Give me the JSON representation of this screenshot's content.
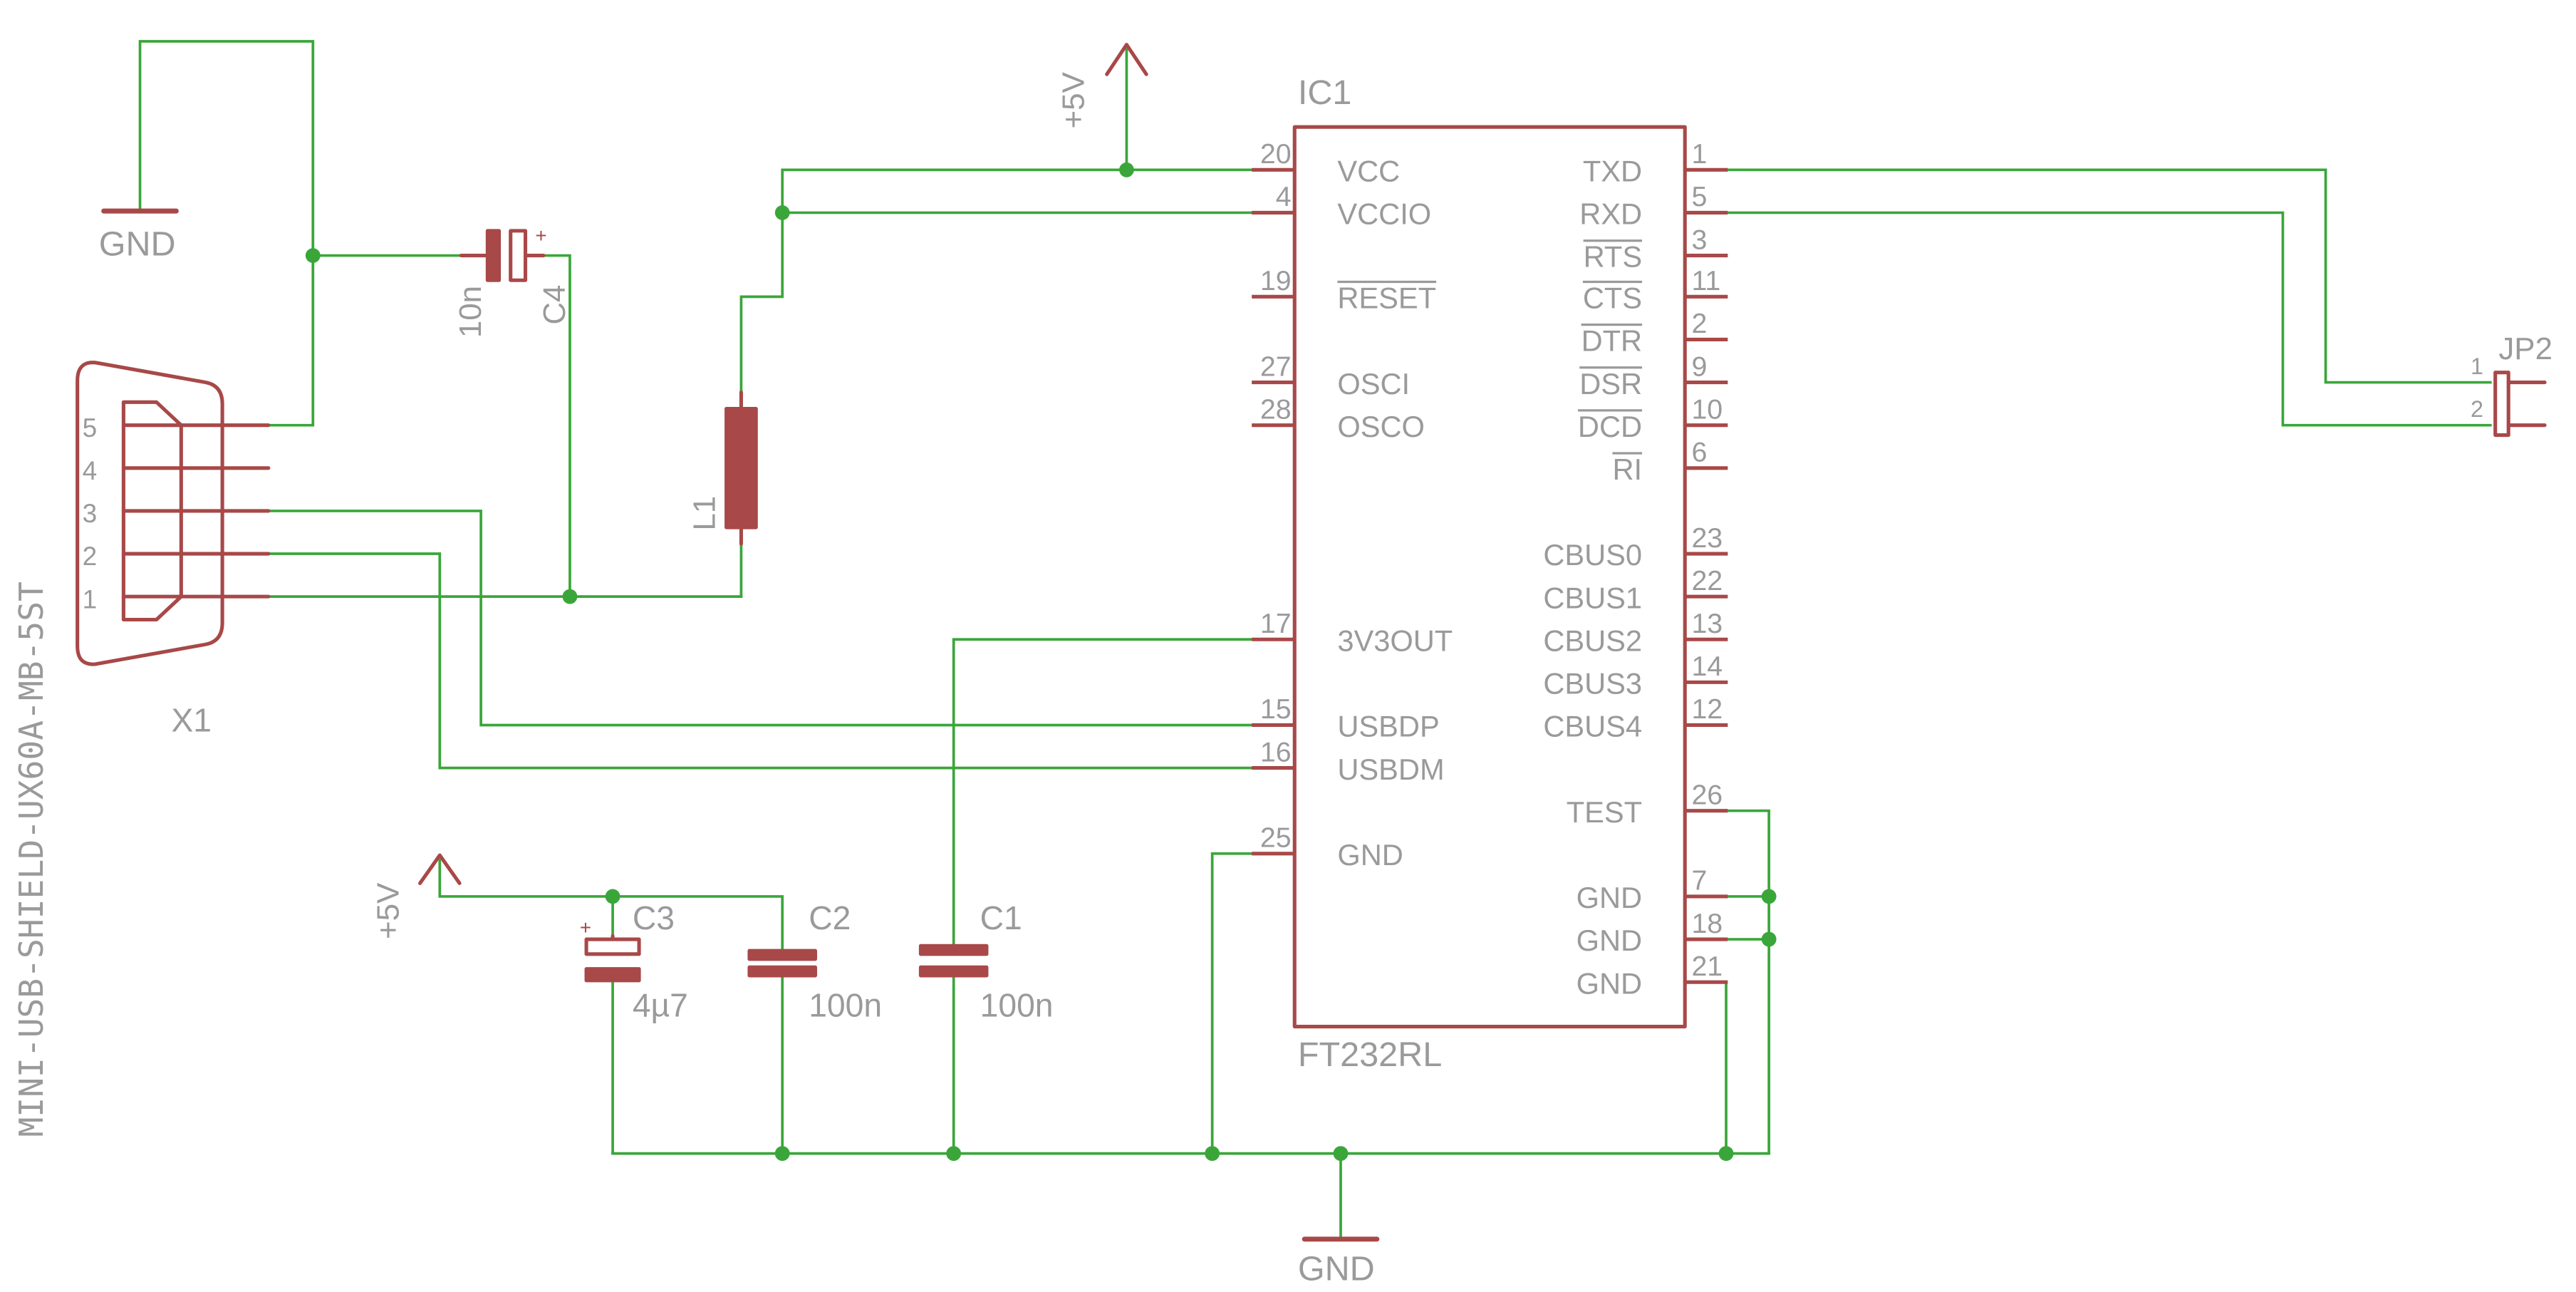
{
  "colors": {
    "wire": "#3aa63a",
    "part": "#a84848",
    "text": "#9a9a9a",
    "junction": "#3aa63a",
    "background": "#ffffff"
  },
  "ic": {
    "name": "IC1",
    "value": "FT232RL",
    "left_pins": [
      {
        "num": "20",
        "name": "VCC"
      },
      {
        "num": "4",
        "name": "VCCIO"
      },
      {
        "num": "19",
        "name": "RESET",
        "overbar": true
      },
      {
        "num": "27",
        "name": "OSCI"
      },
      {
        "num": "28",
        "name": "OSCO"
      },
      {
        "num": "17",
        "name": "3V3OUT"
      },
      {
        "num": "15",
        "name": "USBDP"
      },
      {
        "num": "16",
        "name": "USBDM"
      },
      {
        "num": "25",
        "name": "GND"
      }
    ],
    "right_pins": [
      {
        "num": "1",
        "name": "TXD"
      },
      {
        "num": "5",
        "name": "RXD"
      },
      {
        "num": "3",
        "name": "RTS",
        "overbar": true
      },
      {
        "num": "11",
        "name": "CTS",
        "overbar": true
      },
      {
        "num": "2",
        "name": "DTR",
        "overbar": true
      },
      {
        "num": "9",
        "name": "DSR",
        "overbar": true
      },
      {
        "num": "10",
        "name": "DCD",
        "overbar": true
      },
      {
        "num": "6",
        "name": "RI",
        "overbar": true
      },
      {
        "num": "23",
        "name": "CBUS0"
      },
      {
        "num": "22",
        "name": "CBUS1"
      },
      {
        "num": "13",
        "name": "CBUS2"
      },
      {
        "num": "14",
        "name": "CBUS3"
      },
      {
        "num": "12",
        "name": "CBUS4"
      },
      {
        "num": "26",
        "name": "TEST"
      },
      {
        "num": "7",
        "name": "GND"
      },
      {
        "num": "18",
        "name": "GND"
      },
      {
        "num": "21",
        "name": "GND"
      }
    ]
  },
  "connector_x1": {
    "name": "X1",
    "value": "MINI-USB-SHIELD-UX60A-MB-5ST",
    "pins": [
      "5",
      "4",
      "3",
      "2",
      "1"
    ]
  },
  "header_jp2": {
    "name": "JP2",
    "pins": [
      "1",
      "2"
    ]
  },
  "capacitors": [
    {
      "id": "c4",
      "name": "C4",
      "value": "10n"
    },
    {
      "id": "c3",
      "name": "C3",
      "value": "4µ7",
      "polarity": "+"
    },
    {
      "id": "c2",
      "name": "C2",
      "value": "100n"
    },
    {
      "id": "c1",
      "name": "C1",
      "value": "100n"
    }
  ],
  "inductor": {
    "name": "L1"
  },
  "supplies": {
    "vcc_top": "+5V",
    "vcc_left": "+5V",
    "gnd_top": "GND",
    "gnd_bottom": "GND"
  }
}
